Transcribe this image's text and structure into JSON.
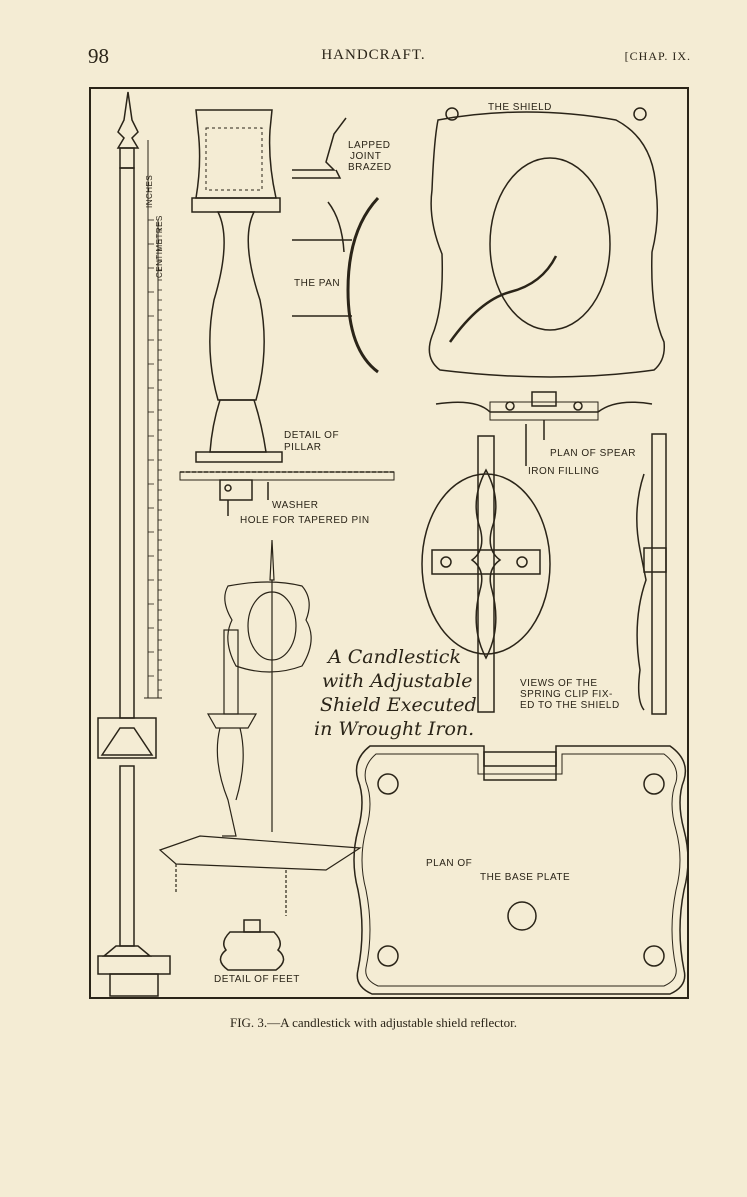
{
  "header": {
    "page_number": "98",
    "running_title": "HANDCRAFT.",
    "chapter": "[CHAP. IX."
  },
  "figure": {
    "labels": {
      "shield": "THE SHIELD",
      "lapped_1": "LAPPED",
      "lapped_2": "JOINT",
      "lapped_3": "BRAZED",
      "pan": "THE PAN",
      "inches": "INCHES",
      "centimetres": "CENTIMETRES",
      "detail_pillar_1": "DETAIL OF",
      "detail_pillar_2": "PILLAR",
      "washer": "WASHER",
      "hole": "HOLE FOR TAPERED PIN",
      "plan_spear": "PLAN OF SPEAR",
      "iron_filling": "IRON FILLING",
      "views_1": "VIEWS OF THE",
      "views_2": "SPRING CLIP FIX-",
      "views_3": "ED TO THE SHIELD",
      "plan_base_1": "PLAN OF",
      "plan_base_2": "THE BASE PLATE",
      "detail_feet": "DETAIL OF FEET"
    },
    "script_title": [
      "A Candlestick",
      "with Adjustable",
      "Shield Executed",
      "in Wrought Iron."
    ]
  },
  "caption": "FIG. 3.—A candlestick with adjustable shield reflector.",
  "colors": {
    "paper": "#f4ecd4",
    "ink": "#2a2418"
  }
}
